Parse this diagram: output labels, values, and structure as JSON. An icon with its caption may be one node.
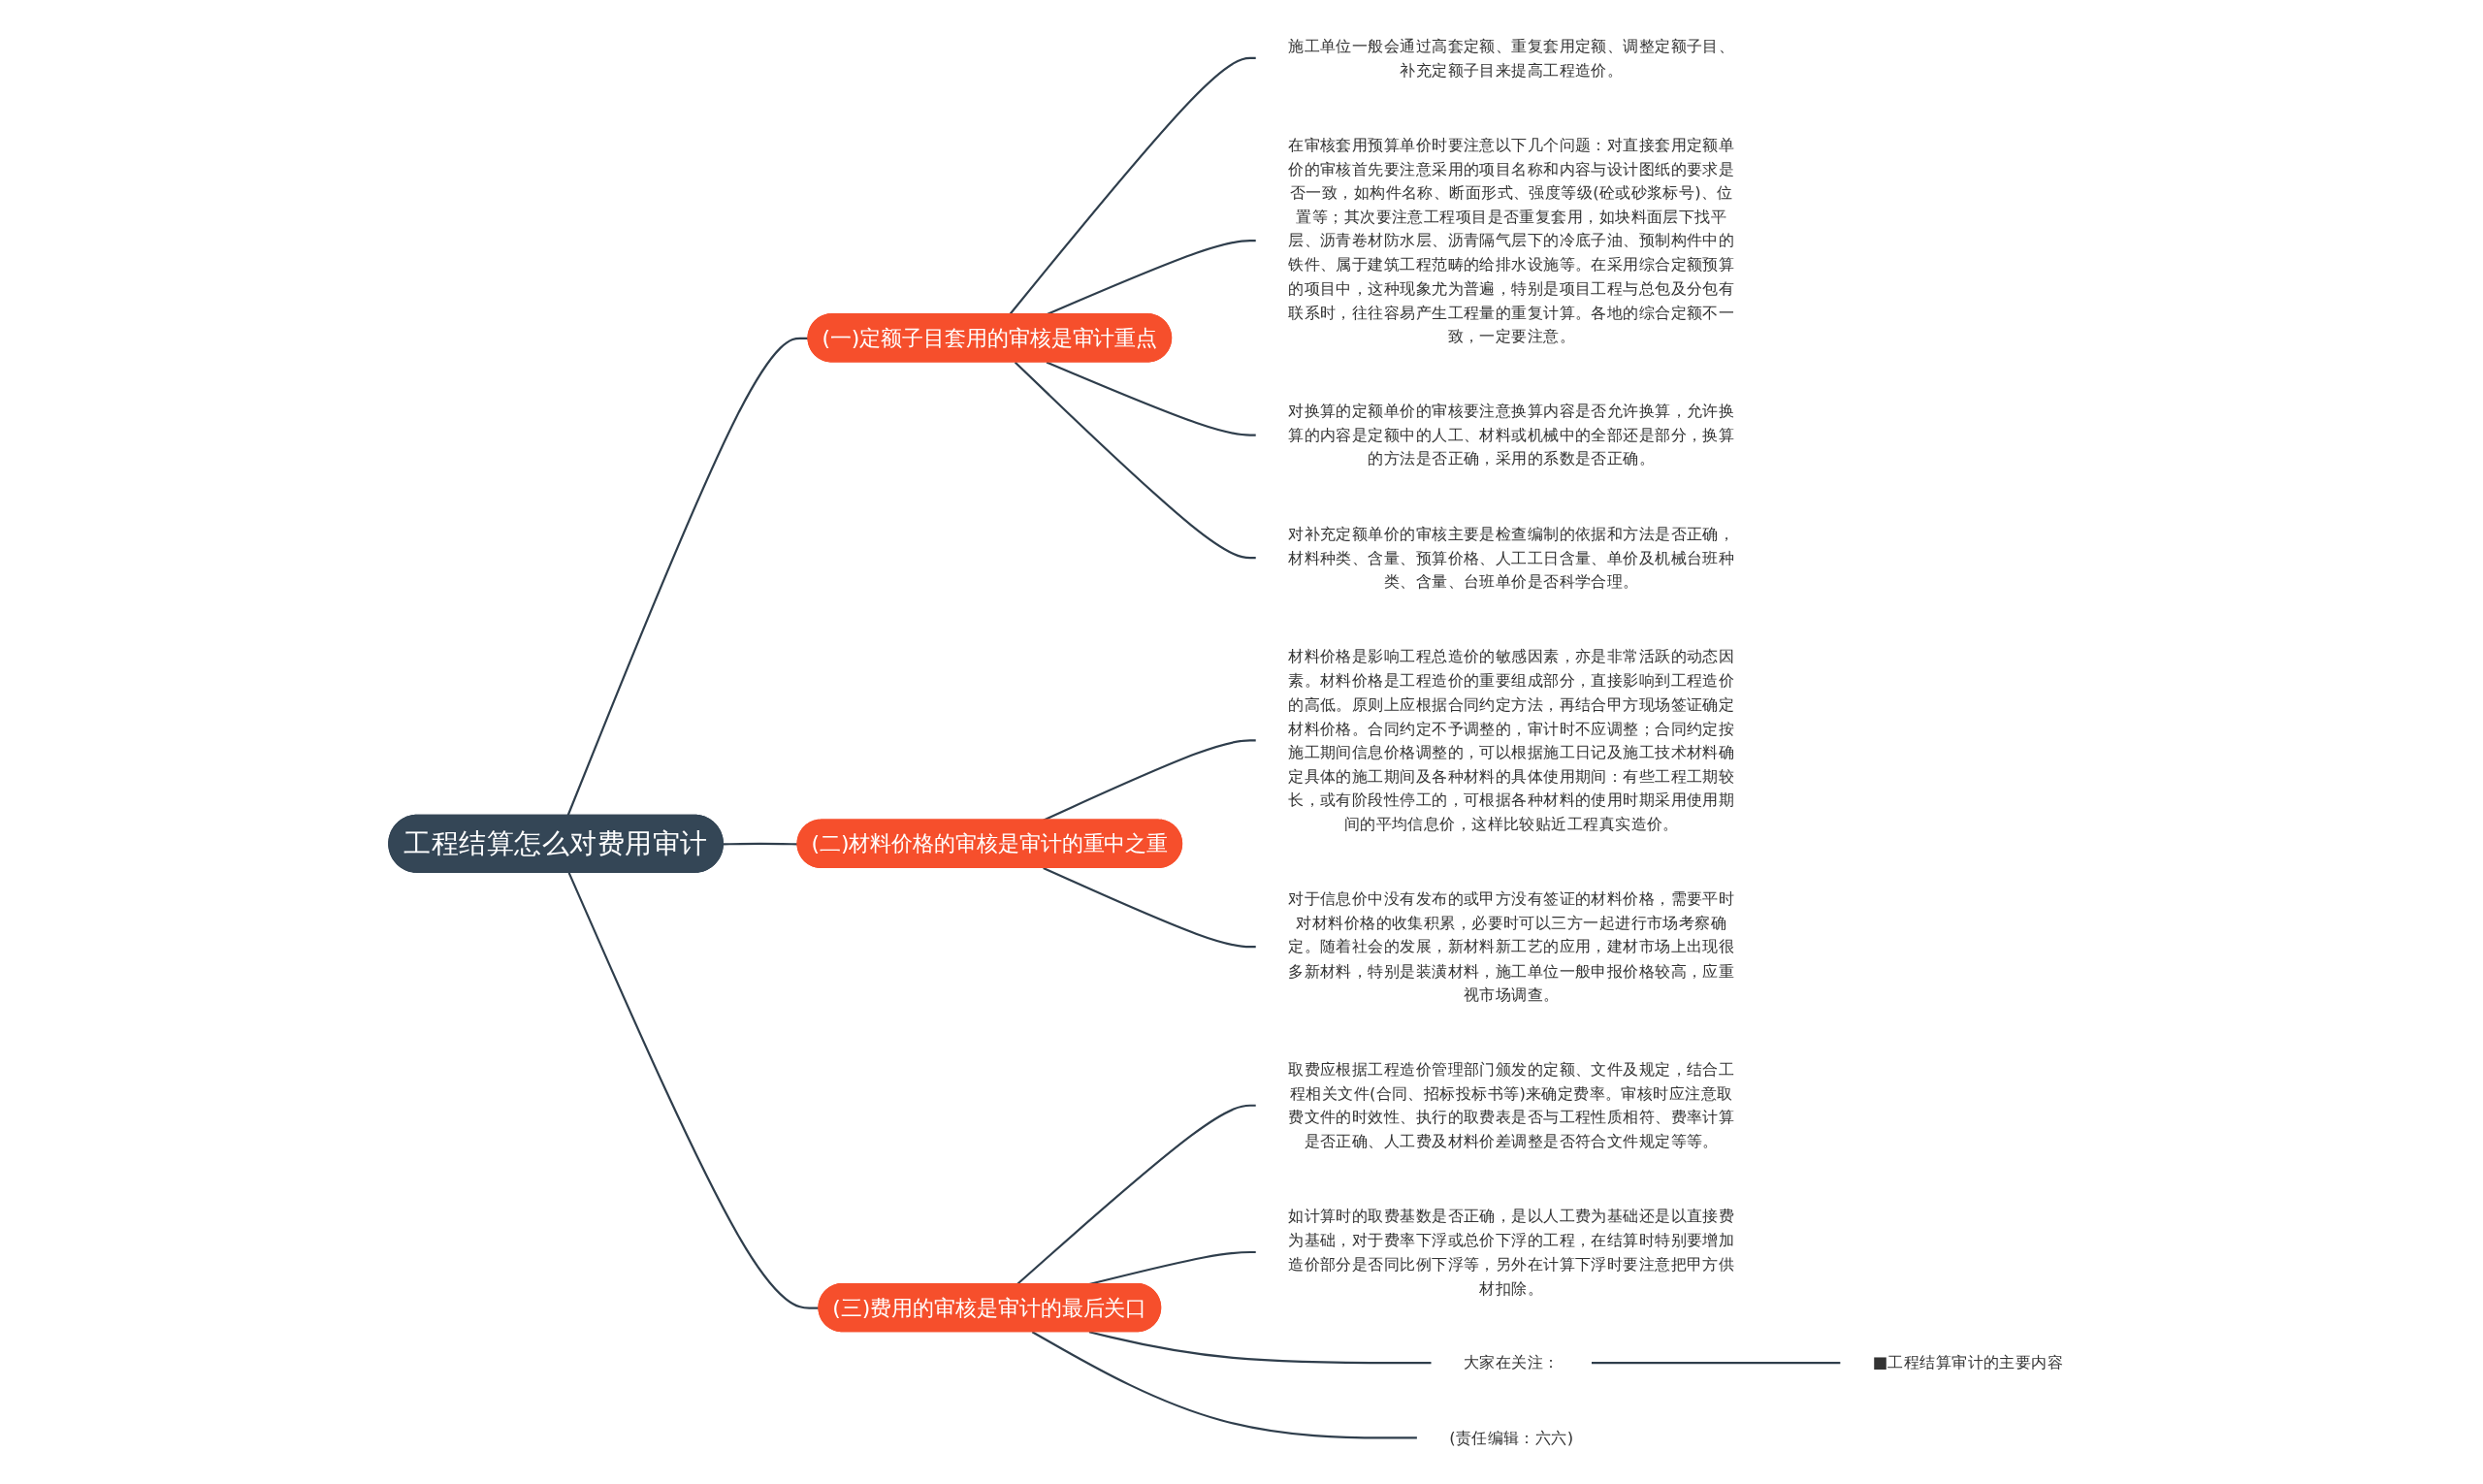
{
  "diagram": {
    "nodes": [
      {
        "text": [
          "工程结算怎么对费用审计"
        ]
      },
      {
        "text": [
          "(一)定额子目套用的审核是审计重点"
        ]
      },
      {
        "text": [
          "施工单位一般会通过高套定额、重复套用定额、调整定额子目、补充定额子目来提高工程造价。"
        ]
      },
      {
        "text": [
          "在审核套用预算单价时要注意以下几个问题：对直接套用定额单价的审核首先要注意采用的项目名称和内容与设计图纸的要求是否一致，如构件名称、断面形式、强度等级(砼或砂浆标号)、位置等；其次要注意工程项目是否重复套用，如块料面层下找平层、沥青卷材防水层、沥青隔气层下的冷底子油、预制构件中的铁件、属于建筑工程范畴的给排水设施等。在采用综合定额预算的项目中，这种现象尤为普遍，特别是项目工程与总包及分包有联系时，往往容易产生工程量的重复计算。各地的综合定额不一致，一定要注意。"
        ]
      },
      {
        "text": [
          "对换算的定额单价的审核要注意换算内容是否允许换算，允许换算的内容是定额中的人工、材料或机械中的全部还是部分，换算的方法是否正确，采用的系数是否正确。"
        ]
      },
      {
        "text": [
          "对补充定额单价的审核主要是检查编制的依据和方法是否正确，材料种类、含量、预算价格、人工工日含量、单价及机械台班种类、含量、台班单价是否科学合理。"
        ]
      },
      {
        "text": [
          "(二)材料价格的审核是审计的重中之重"
        ]
      },
      {
        "text": [
          "材料价格是影响工程总造价的敏感因素，亦是非常活跃的动态因素。材料价格是工程造价的重要组成部分，直接影响到工程造价的高低。原则上应根据合同约定方法，再结合甲方现场签证确定材料价格。合同约定不予调整的，审计时不应调整；合同约定按施工期间信息价格调整的，可以根据施工日记及施工技术材料确定具体的施工期间及各种材料的具体使用期间：有些工程工期较长，或有阶段性停工的，可根据各种材料的使用时期采用使用期间的平均信息价，这样比较贴近工程真实造价。"
        ]
      },
      {
        "text": [
          "对于信息价中没有发布的或甲方没有签证的材料价格，需要平时对材料价格的收集积累，必要时可以三方一起进行市场考察确定。随着社会的发展，新材料新工艺的应用，建材市场上出现很多新材料，特别是装潢材料，施工单位一般申报价格较高，应重视市场调查。"
        ]
      },
      {
        "text": [
          "(三)费用的审核是审计的最后关口"
        ]
      },
      {
        "text": [
          "取费应根据工程造价管理部门颁发的定额、文件及规定，结合工程相关文件(合同、招标投标书等)来确定费率。审核时应注意取费文件的时效性、执行的取费表是否与工程性质相符、费率计算是否正确、人工费及材料价差调整是否符合文件规定等等。"
        ]
      },
      {
        "text": [
          "如计算时的取费基数是否正确，是以人工费为基础还是以直接费为基础，对于费率下浮或总价下浮的工程，在结算时特别要增加造价部分是否同比例下浮等，另外在计算下浮时要注意把甲方供材扣除。"
        ]
      },
      {
        "text": [
          "大家在关注："
        ]
      },
      {
        "text": [
          "■工程结算审计的主要内容"
        ]
      },
      {
        "text": [
          "(责任编辑：六六)"
        ]
      }
    ],
    "edges": [
      {
        "from": 0,
        "to": 1,
        "arrow": "none"
      },
      {
        "from": 1,
        "to": 2,
        "arrow": "none"
      },
      {
        "from": 1,
        "to": 3,
        "arrow": "none"
      },
      {
        "from": 1,
        "to": 4,
        "arrow": "none"
      },
      {
        "from": 1,
        "to": 5,
        "arrow": "none"
      },
      {
        "from": 0,
        "to": 6,
        "arrow": "none"
      },
      {
        "from": 6,
        "to": 7,
        "arrow": "none"
      },
      {
        "from": 6,
        "to": 8,
        "arrow": "none"
      },
      {
        "from": 0,
        "to": 9,
        "arrow": "none"
      },
      {
        "from": 9,
        "to": 10,
        "arrow": "none"
      },
      {
        "from": 9,
        "to": 11,
        "arrow": "none"
      },
      {
        "from": 9,
        "to": 12,
        "arrow": "none"
      },
      {
        "from": 12,
        "to": 13,
        "arrow": "none"
      },
      {
        "from": 9,
        "to": 14,
        "arrow": "none"
      }
    ]
  }
}
